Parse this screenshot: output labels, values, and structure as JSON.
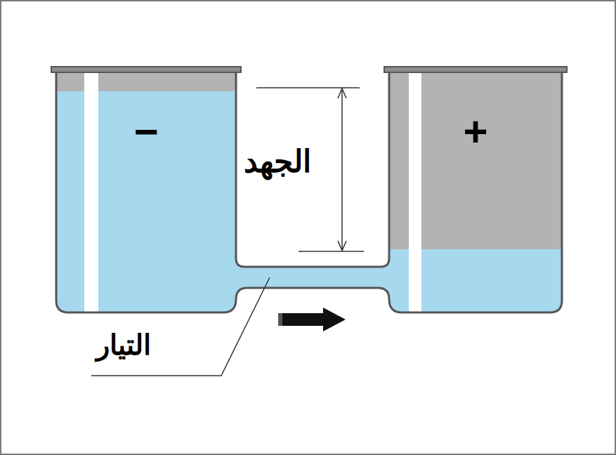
{
  "diagram": {
    "nodes": [
      {
        "text": [
          "−"
        ]
      },
      {
        "text": [
          "+"
        ]
      }
    ],
    "labels": [
      "الجهد",
      "التيار"
    ]
  }
}
